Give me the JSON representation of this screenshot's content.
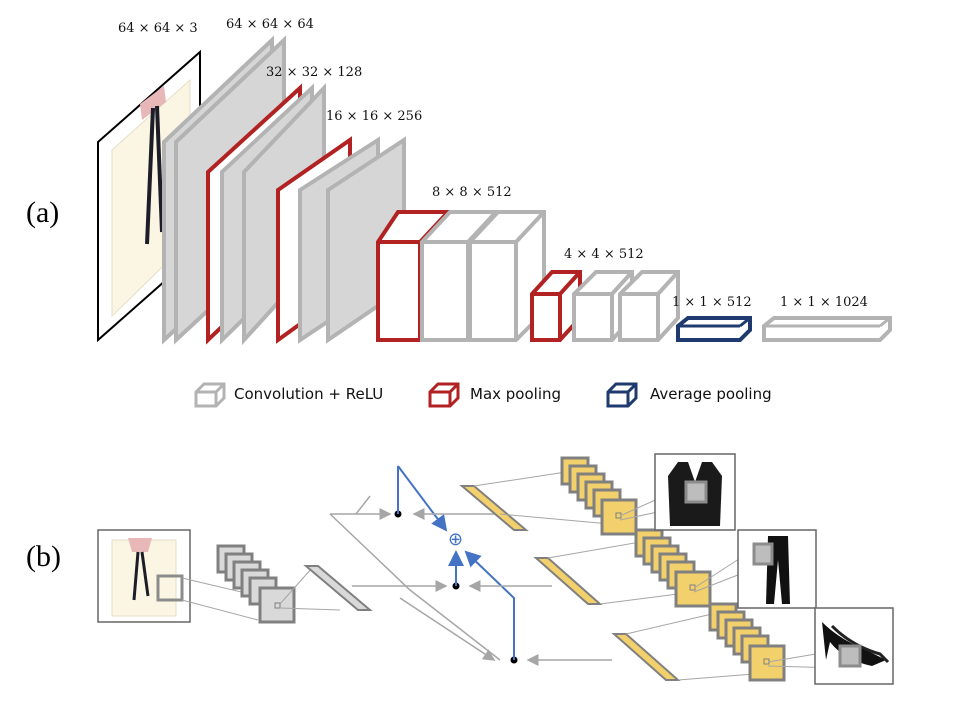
{
  "panels": {
    "a": "(a)",
    "b": "(b)"
  },
  "dims": {
    "input": "64 × 64 × 3",
    "conv1": "64 × 64 × 64",
    "conv2": "32 × 32 × 128",
    "conv3": "16 × 16 × 256",
    "conv4": "8 × 8 × 512",
    "conv5": "4 × 4 × 512",
    "avgpool": "1 × 1 × 512",
    "fc": "1 × 1 × 1024"
  },
  "legend": {
    "conv": "Convolution + ReLU",
    "maxpool": "Max pooling",
    "avgpool": "Average pooling"
  },
  "colors": {
    "conv": "#b3b3b3",
    "conv_fill": "#d6d6d6",
    "maxpool": "#b22222",
    "avgpool": "#1f3a6e",
    "feature": "#f2d06b",
    "arrow_gray": "#a6a6a6",
    "arrow_blue": "#4472c4"
  },
  "fusion_symbol": "⊕",
  "images": [
    "blouse-image",
    "jacket-image",
    "pants-image",
    "shoes-image"
  ]
}
